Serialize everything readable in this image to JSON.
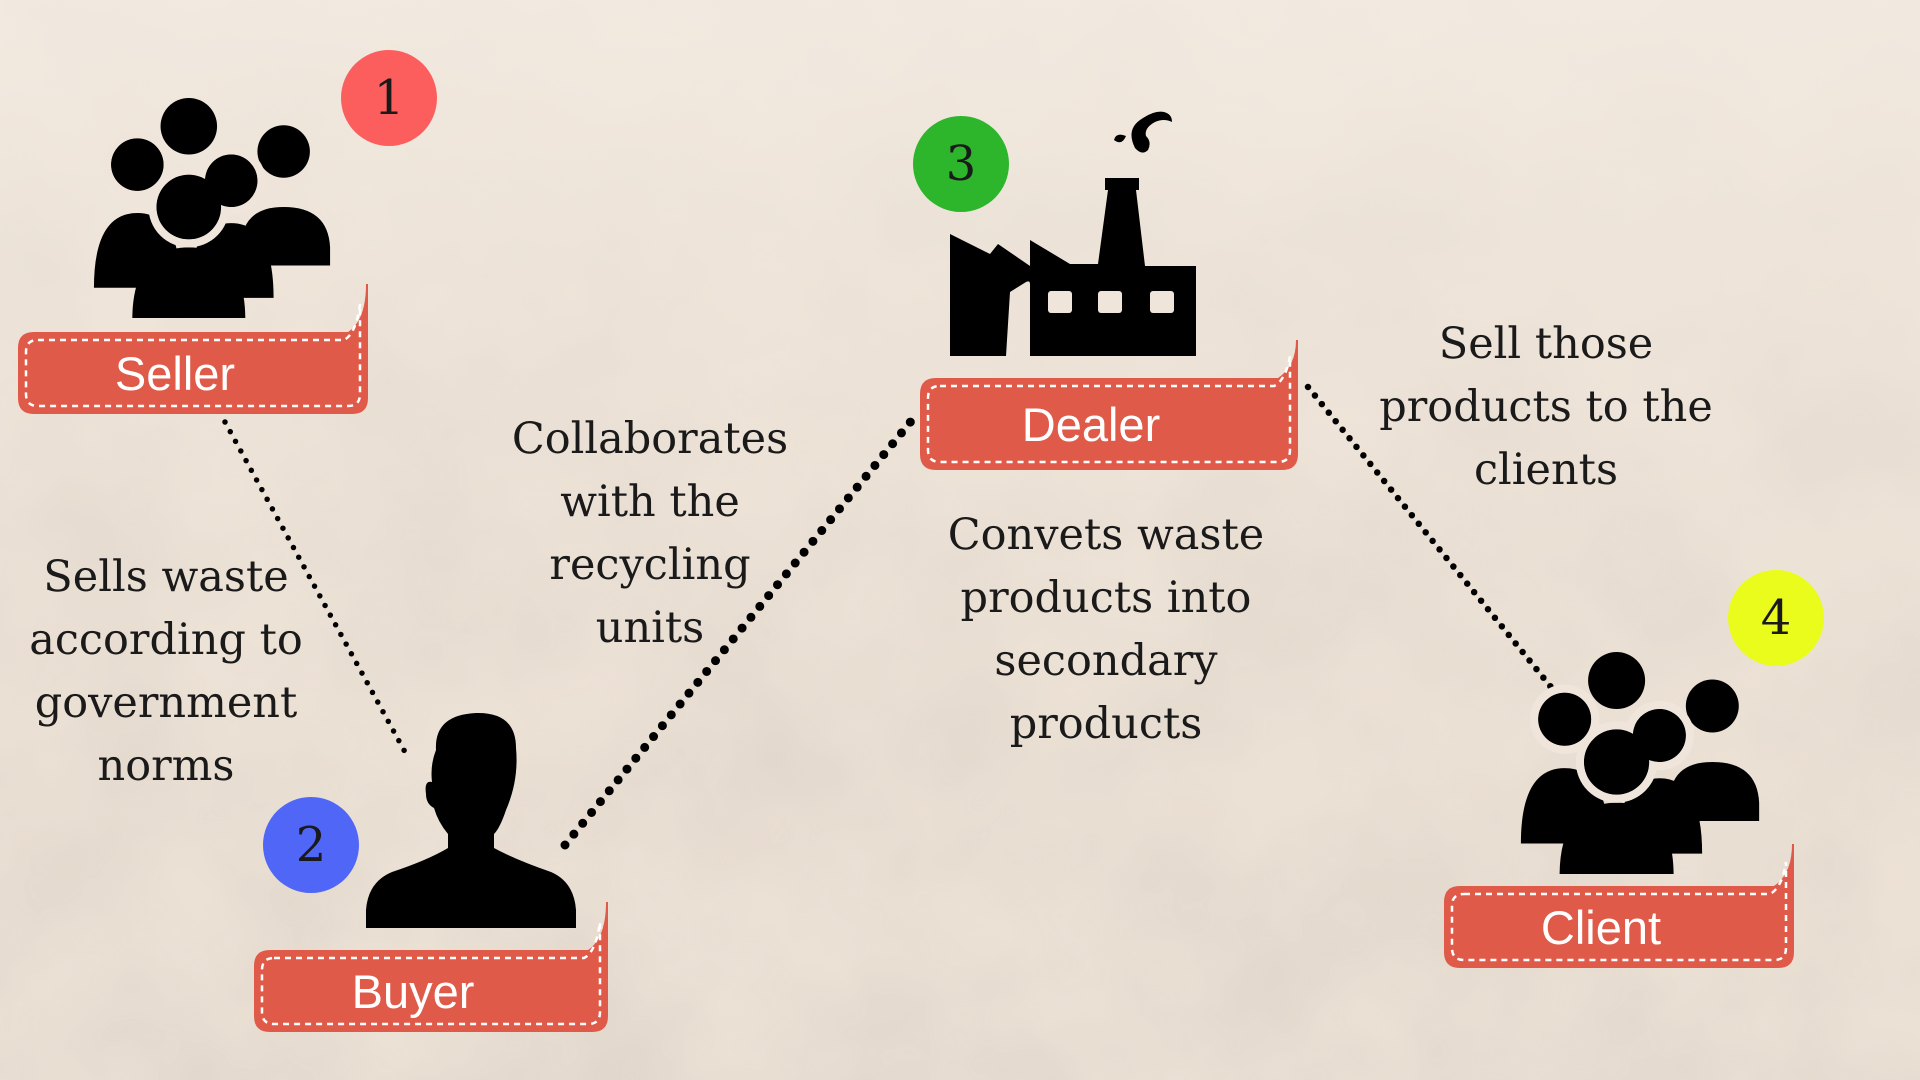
{
  "colors": {
    "background": "#efe5da",
    "tag_fill": "#df5a48",
    "icon": "#000000",
    "badge_1": "#fb5e5d",
    "badge_2": "#4f66f7",
    "badge_3": "#2db52b",
    "badge_4": "#eafc1c"
  },
  "actors": [
    {
      "number": "1",
      "label": "Seller",
      "icon": "group-icon"
    },
    {
      "number": "2",
      "label": "Buyer",
      "icon": "person-icon"
    },
    {
      "number": "3",
      "label": "Dealer",
      "icon": "factory-icon"
    },
    {
      "number": "4",
      "label": "Client",
      "icon": "group-icon"
    }
  ],
  "descriptions": {
    "seller_to_buyer": [
      "Sells waste",
      "according to",
      "government",
      "norms"
    ],
    "buyer_to_dealer": [
      "Collaborates",
      "with the",
      "recycling",
      "units"
    ],
    "dealer": [
      "Convets waste",
      "products into",
      "secondary",
      "products"
    ],
    "dealer_to_client": [
      "Sell those",
      "products to the",
      "clients"
    ]
  }
}
